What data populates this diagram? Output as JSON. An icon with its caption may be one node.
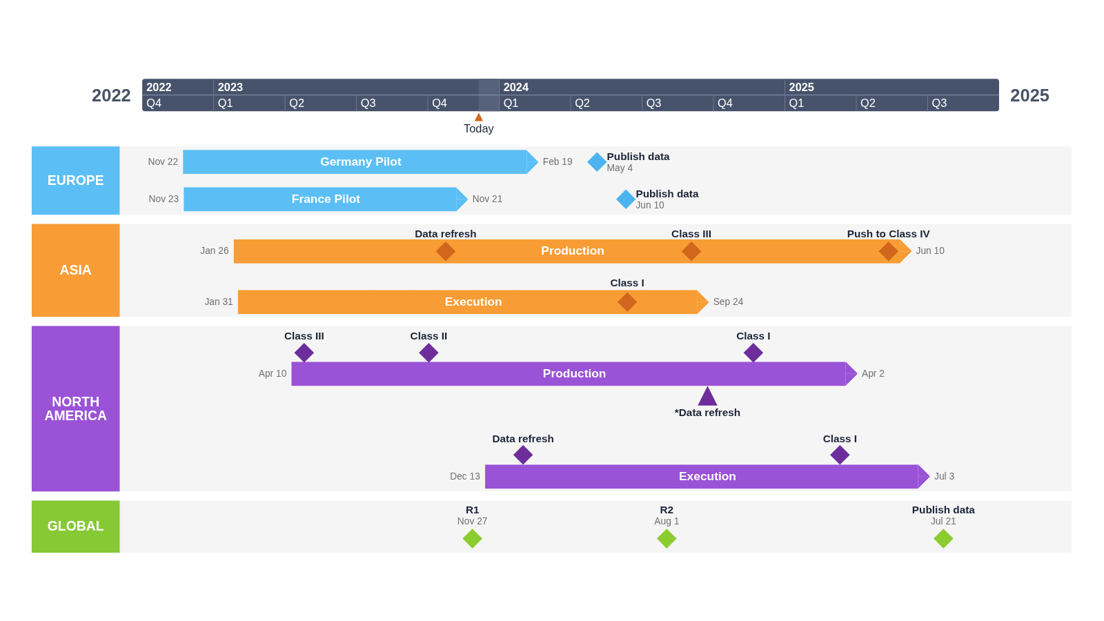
{
  "diagram": {
    "nodes": [
      {
        "text": [
          "EUROPE"
        ]
      },
      {
        "text": [
          "Germany Pilot"
        ],
        "in": 0,
        "beside": [
          "Nov 22",
          "Feb 19"
        ]
      },
      {
        "text": [
          "Publish data"
        ],
        "in": 0,
        "beside": [
          "May 4"
        ]
      },
      {
        "text": [
          "France Pilot"
        ],
        "in": 0,
        "beside": [
          "Nov 23",
          "Nov 21"
        ]
      },
      {
        "text": [
          "Publish data"
        ],
        "in": 0,
        "beside": [
          "Jun 10"
        ]
      },
      {
        "text": [
          "ASIA"
        ]
      },
      {
        "text": [
          "Production"
        ],
        "in": 5,
        "beside": [
          "Jan 26",
          "Jun 10"
        ]
      },
      {
        "text": [
          "Data refresh"
        ],
        "in": 6
      },
      {
        "text": [
          "Class III"
        ],
        "in": 6
      },
      {
        "text": [
          "Push to Class IV"
        ],
        "in": 6
      },
      {
        "text": [
          "Execution"
        ],
        "in": 5,
        "beside": [
          "Jan 31",
          "Sep 24"
        ]
      },
      {
        "text": [
          "Class I"
        ],
        "in": 10
      },
      {
        "text": [
          "NORTH AMERICA"
        ]
      },
      {
        "text": [
          "Class III"
        ],
        "in": 12
      },
      {
        "text": [
          "Class II"
        ],
        "in": 12
      },
      {
        "text": [
          "Class I"
        ],
        "in": 12
      },
      {
        "text": [
          "Production"
        ],
        "in": 12,
        "beside": [
          "Apr 10",
          "Apr 2"
        ]
      },
      {
        "text": [
          "*Data refresh"
        ],
        "in": 12
      },
      {
        "text": [
          "Data refresh"
        ],
        "in": 12
      },
      {
        "text": [
          "Class I"
        ],
        "in": 12
      },
      {
        "text": [
          "Execution"
        ],
        "in": 12,
        "beside": [
          "Dec 13",
          "Jul 3"
        ]
      },
      {
        "text": [
          "GLOBAL"
        ]
      },
      {
        "text": [
          "R1"
        ],
        "in": 21,
        "beside": [
          "Nov 27"
        ]
      },
      {
        "text": [
          "R2"
        ],
        "in": 21,
        "beside": [
          "Aug 1"
        ]
      },
      {
        "text": [
          "Publish data"
        ],
        "in": 21,
        "beside": [
          "Jul 21"
        ]
      }
    ],
    "labels": [
      "2022",
      "2022",
      "2023",
      "2024",
      "2025",
      "2025",
      "Q4",
      "Q1",
      "Q2",
      "Q3",
      "Q4",
      "Q1",
      "Q2",
      "Q3",
      "Q4",
      "Q1",
      "Q2",
      "Q3",
      "Today"
    ]
  }
}
